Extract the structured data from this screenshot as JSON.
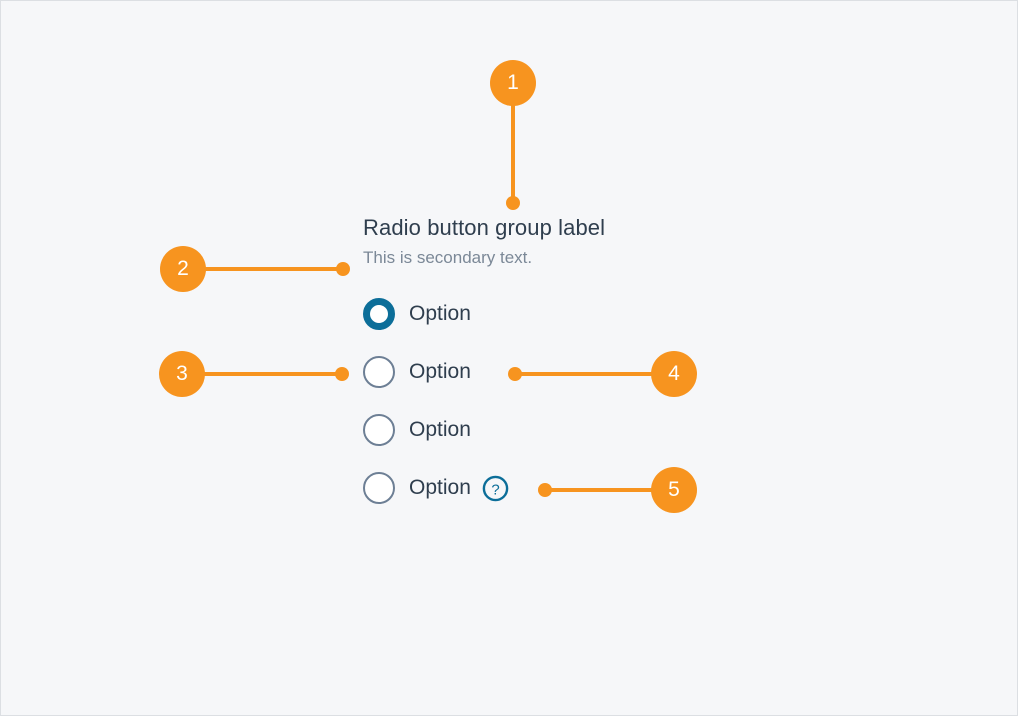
{
  "canvas": {
    "background_color": "#f6f7f9",
    "border_color": "#dcdfe3",
    "accent_color": "#f7941f",
    "selected_color": "#0c6e99",
    "label_color": "#2f3e4e",
    "secondary_color": "#7b8897"
  },
  "component": {
    "group_label": "Radio button group label",
    "secondary_text": "This is secondary text.",
    "options": [
      {
        "label": "Option",
        "selected": true,
        "has_help": false
      },
      {
        "label": "Option",
        "selected": false,
        "has_help": false
      },
      {
        "label": "Option",
        "selected": false,
        "has_help": false
      },
      {
        "label": "Option",
        "selected": false,
        "has_help": true
      }
    ],
    "help_icon_glyph": "?"
  },
  "callouts": [
    {
      "number": "1"
    },
    {
      "number": "2"
    },
    {
      "number": "3"
    },
    {
      "number": "4"
    },
    {
      "number": "5"
    }
  ]
}
